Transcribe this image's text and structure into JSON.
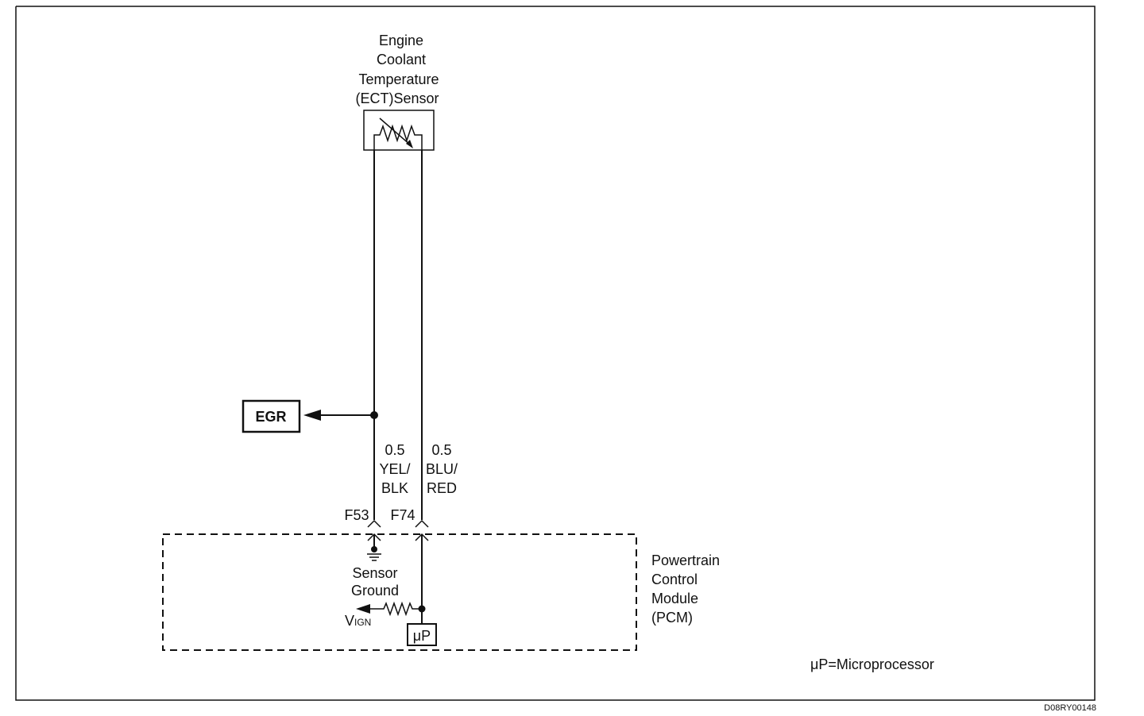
{
  "sensor": {
    "label_lines": [
      "Engine",
      "Coolant",
      "Temperature",
      "(ECT)Sensor"
    ]
  },
  "egr": {
    "label": "EGR"
  },
  "wires": [
    {
      "gauge": "0.5",
      "color_line1": "YEL/",
      "color_line2": "BLK",
      "pin": "F53"
    },
    {
      "gauge": "0.5",
      "color_line1": "BLU/",
      "color_line2": "RED",
      "pin": "F74"
    }
  ],
  "pcm": {
    "label_lines": [
      "Powertrain",
      "Control",
      "Module",
      "(PCM)"
    ],
    "sensor_ground_lines": [
      "Sensor",
      "Ground"
    ],
    "vign_main": "V",
    "vign_sub": "IGN",
    "microprocessor": "μP"
  },
  "legend": {
    "microprocessor_note": "μP=Microprocessor"
  },
  "figure_code": "D08RY00148",
  "colors": {
    "ink": "#111111",
    "background": "#ffffff"
  }
}
